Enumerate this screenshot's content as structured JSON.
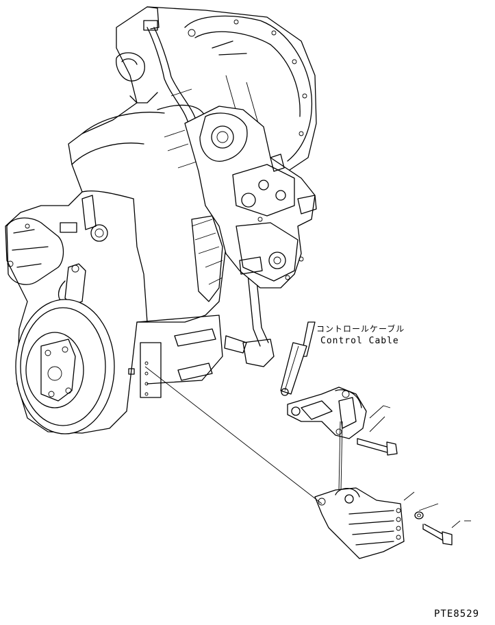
{
  "callouts": {
    "control_cable_jp": "コントロールケーブル",
    "control_cable_en": "Control Cable"
  },
  "figure_code": "PTE8529",
  "colors": {
    "line": "#000000",
    "background": "#ffffff"
  }
}
